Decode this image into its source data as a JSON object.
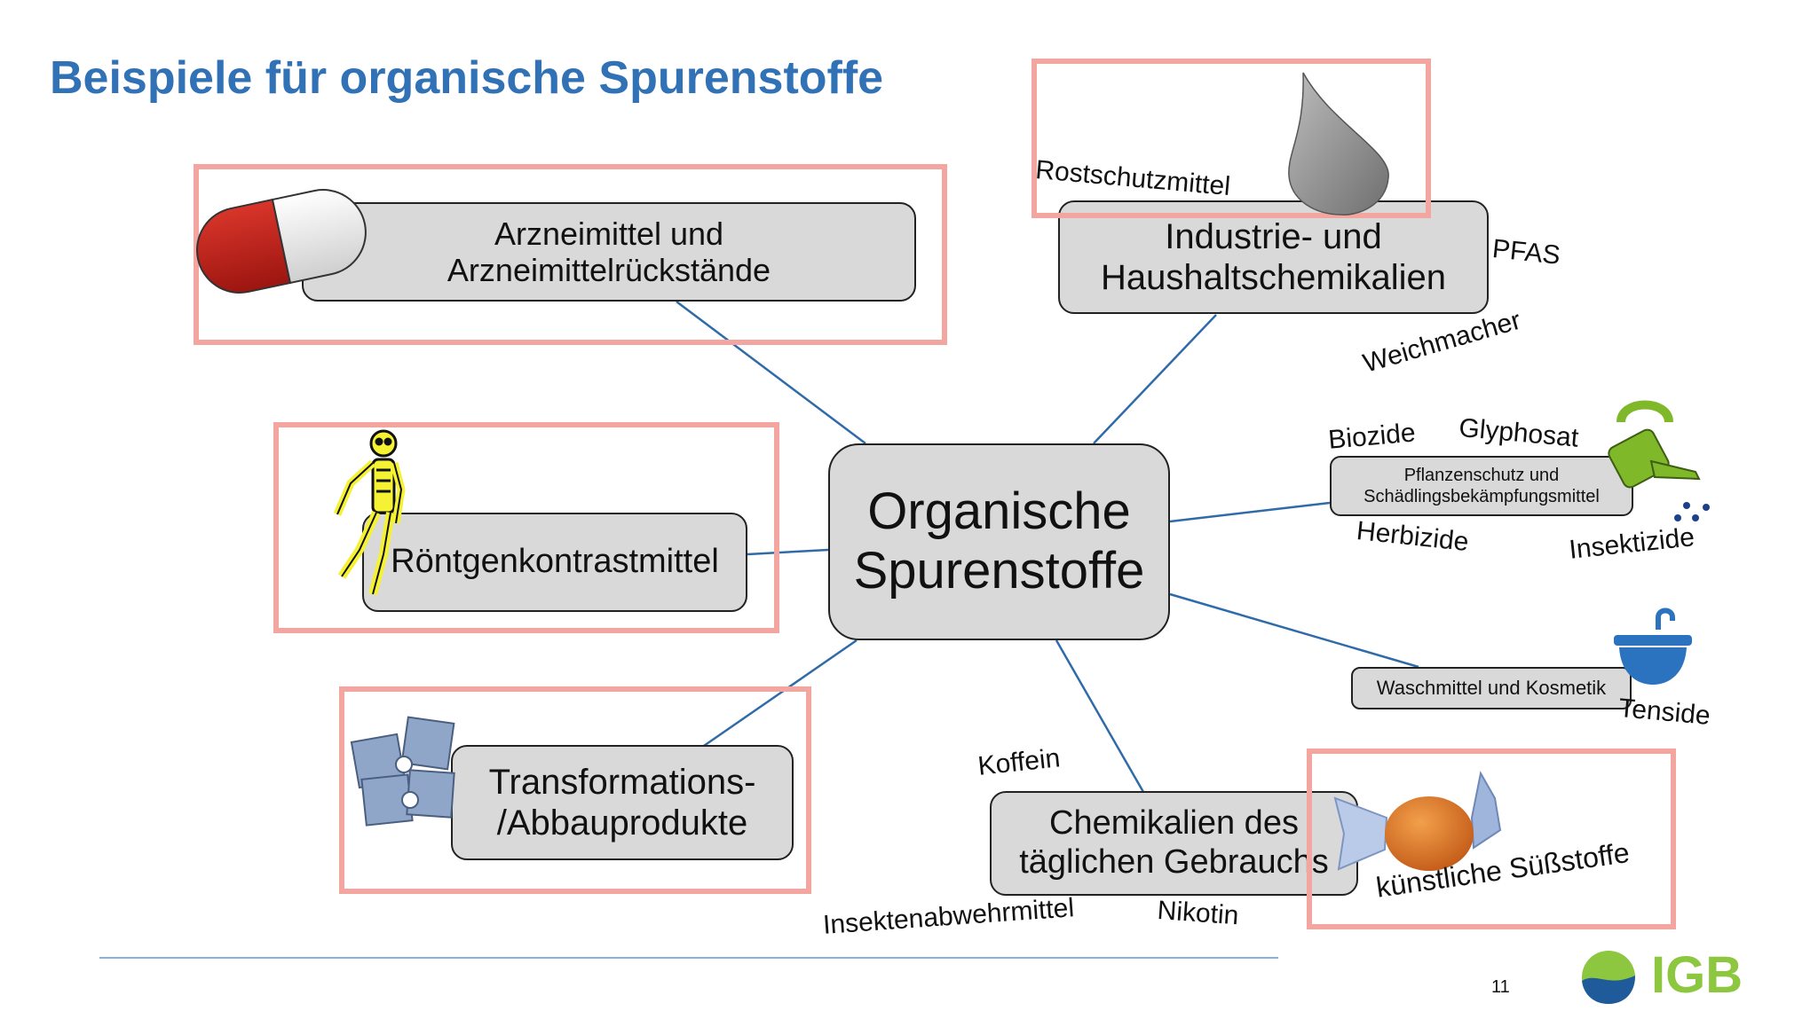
{
  "slide": {
    "title": "Beispiele für organische Spurenstoffe",
    "page_number": "11",
    "logo_text": "IGB"
  },
  "center": {
    "line1": "Organische",
    "line2": "Spurenstoffe"
  },
  "nodes": {
    "arznei": {
      "line1": "Arzneimittel und",
      "line2": "Arzneimittelrückstände"
    },
    "industrie": {
      "line1": "Industrie- und",
      "line2": "Haushaltschemikalien"
    },
    "roentgen": {
      "line1": "Röntgenkontrastmittel"
    },
    "transformation": {
      "line1": "Transformations-",
      "line2": "/Abbauprodukte"
    },
    "alltag": {
      "line1": "Chemikalien des",
      "line2": "täglichen Gebrauchs"
    },
    "pflanzenschutz": {
      "line1": "Pflanzenschutz und",
      "line2": "Schädlingsbekämpfungsmittel"
    },
    "waschmittel": {
      "line1": "Waschmittel und Kosmetik"
    }
  },
  "labels": {
    "rostschutz": "Rostschutzmittel",
    "pfas": "PFAS",
    "weichmacher": "Weichmacher",
    "biozide": "Biozide",
    "glyphosat": "Glyphosat",
    "herbizide": "Herbizide",
    "insektizide": "Insektizide",
    "tenside": "Tenside",
    "koffein": "Koffein",
    "insektenabwehr": "Insektenabwehrmittel",
    "nikotin": "Nikotin",
    "suessstoffe": "künstliche Süßstoffe"
  },
  "icons": [
    "pill-icon",
    "water-drop-icon",
    "skeleton-icon",
    "puzzle-icon",
    "watering-can-icon",
    "sink-icon",
    "candy-icon",
    "igb-logo-icon"
  ],
  "colors": {
    "title": "#3172b6",
    "highlight": "#f3a6a0",
    "connector": "#2f6ba8",
    "node_fill": "#d9d9d9",
    "logo_green": "#8dc63f"
  }
}
